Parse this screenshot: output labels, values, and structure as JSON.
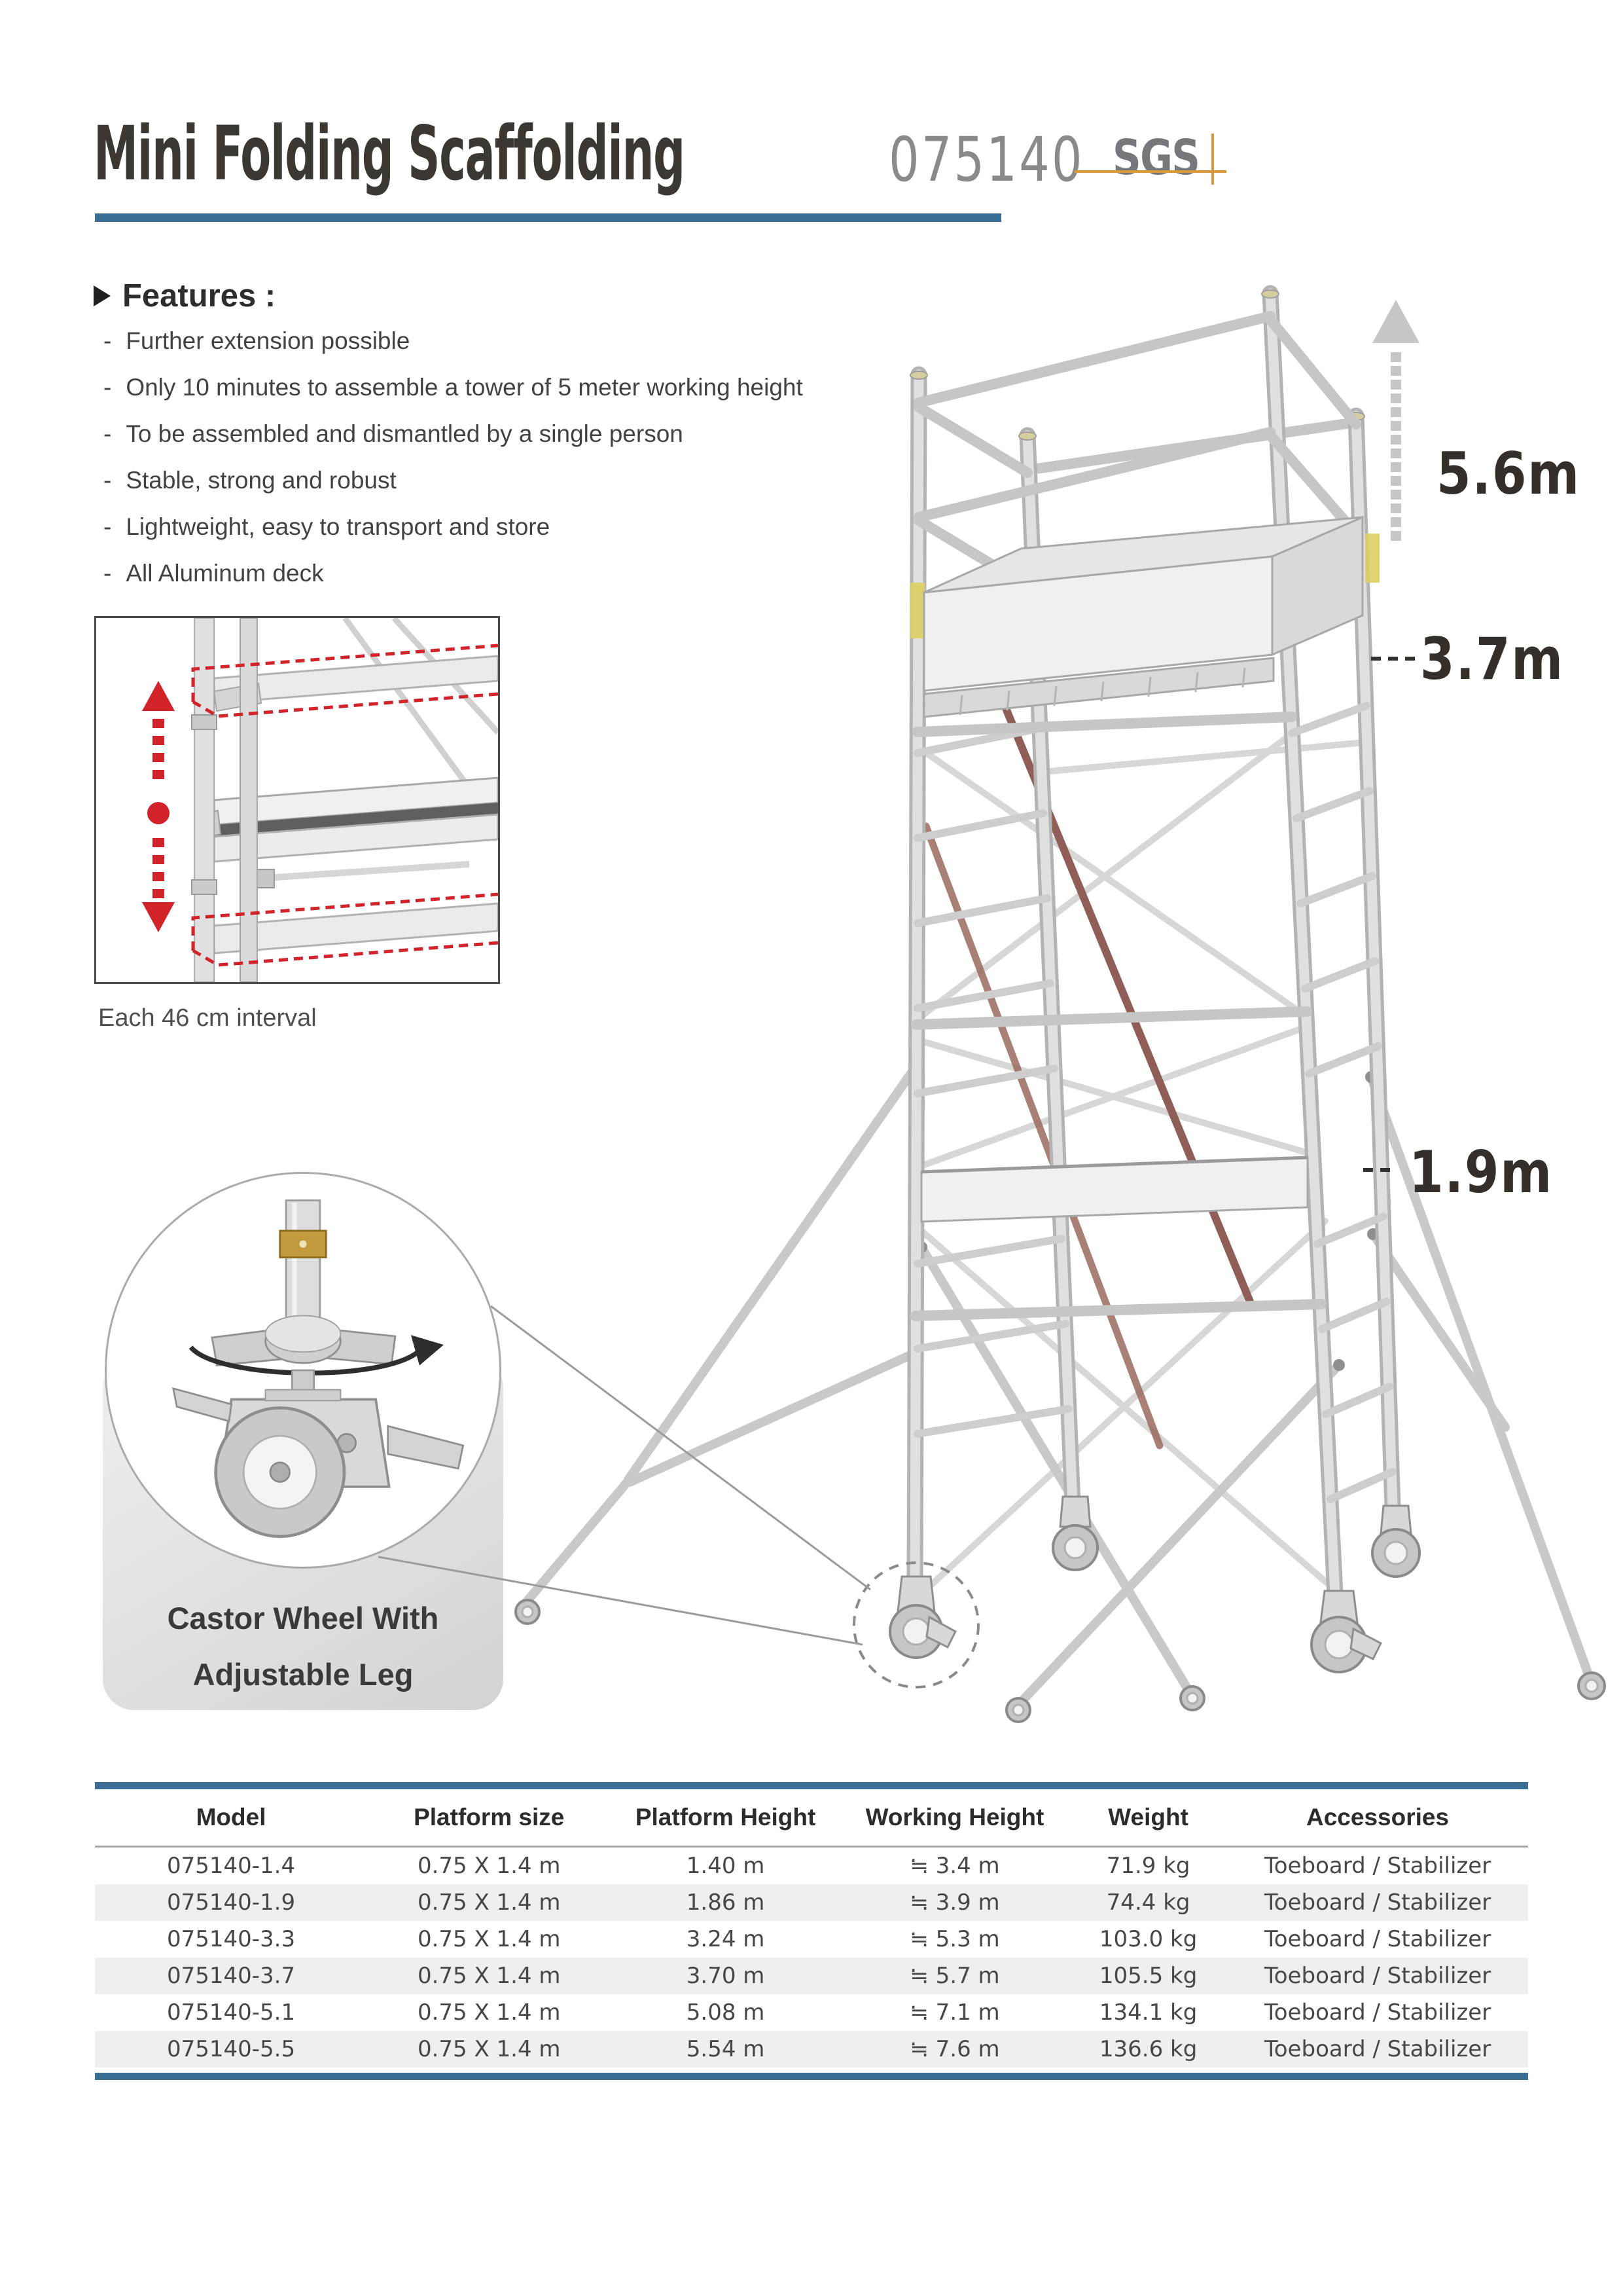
{
  "header": {
    "title": "Mini Folding Scaffolding",
    "model_number": "075140",
    "certification_logo": "SGS"
  },
  "features": {
    "heading": "Features :",
    "bullet": "-",
    "items": [
      "Further extension possible",
      "Only 10 minutes to assemble a tower of 5 meter working height",
      "To be assembled and dismantled by a single person",
      "Stable, strong and robust",
      "Lightweight, easy to transport and store",
      "All Aluminum deck"
    ]
  },
  "interval_detail": {
    "caption": "Each 46 cm interval"
  },
  "castor_detail": {
    "title_line1": "Castor Wheel With",
    "title_line2": "Adjustable Leg"
  },
  "height_annotations": {
    "extension_height": "5.6m",
    "upper_platform_height": "3.7m",
    "lower_platform_height": "1.9m"
  },
  "spec_table": {
    "columns": [
      "Model",
      "Platform size",
      "Platform Height",
      "Working Height",
      "Weight",
      "Accessories"
    ],
    "rows": [
      [
        "075140-1.4",
        "0.75 X 1.4 m",
        "1.40 m",
        "≒ 3.4 m",
        "71.9 kg",
        "Toeboard / Stabilizer"
      ],
      [
        "075140-1.9",
        "0.75 X 1.4 m",
        "1.86 m",
        "≒ 3.9 m",
        "74.4 kg",
        "Toeboard / Stabilizer"
      ],
      [
        "075140-3.3",
        "0.75 X 1.4 m",
        "3.24 m",
        "≒ 5.3 m",
        "103.0 kg",
        "Toeboard / Stabilizer"
      ],
      [
        "075140-3.7",
        "0.75 X 1.4 m",
        "3.70 m",
        "≒ 5.7 m",
        "105.5 kg",
        "Toeboard / Stabilizer"
      ],
      [
        "075140-5.1",
        "0.75 X 1.4 m",
        "5.08 m",
        "≒ 7.1 m",
        "134.1 kg",
        "Toeboard / Stabilizer"
      ],
      [
        "075140-5.5",
        "0.75 X 1.4 m",
        "5.54 m",
        "≒ 7.6 m",
        "136.6 kg",
        "Toeboard / Stabilizer"
      ]
    ]
  },
  "icons": {
    "features_bullet": "right-triangle-icon",
    "extension_arrow": "dashed-up-arrow-icon",
    "interval_arrows": "red-dashed-up-down-arrows-icon",
    "rotation_arrow": "curved-rotation-arrow-icon"
  },
  "colors": {
    "accent_blue": "#3a6e96",
    "accent_red": "#d2232b",
    "accent_orange": "#d89a3b",
    "sgs_gray": "#76777b",
    "row_alt": "#efefef",
    "text_dark": "#3a3a3a"
  }
}
